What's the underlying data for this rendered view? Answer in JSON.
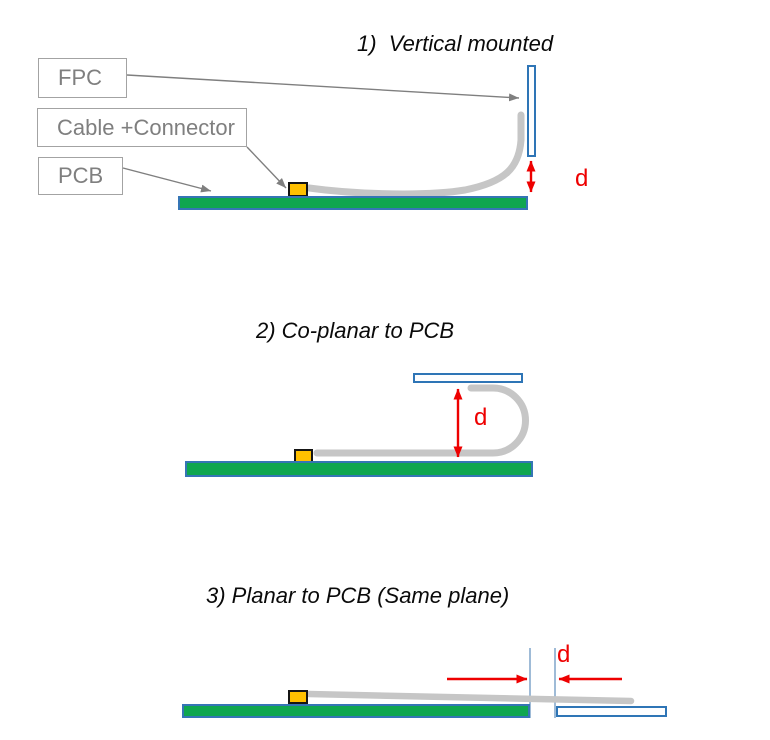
{
  "colors": {
    "background": "#FFFFFF",
    "pcb_fill": "#0FA64F",
    "pcb_border": "#3575B5",
    "fpc_fill": "#FDFEFF",
    "fpc_border": "#2E75B6",
    "connector_fill": "#FFC000",
    "connector_border": "#151515",
    "cable": "#C6C6C6",
    "leader": "#7F7F7F",
    "dimension_red": "#EE0000",
    "guide_blue": "#6B96C1",
    "label_text": "#7F7F7F",
    "label_border": "#A3A3A3",
    "title_text": "#0A0A0A"
  },
  "figure1": {
    "title": "1)  Vertical mounted",
    "callouts": [
      {
        "label": "FPC"
      },
      {
        "label": "Cable +Connector"
      },
      {
        "label": "PCB"
      }
    ],
    "dimension_label": "d"
  },
  "figure2": {
    "title": "2) Co-planar to PCB",
    "dimension_label": "d"
  },
  "figure3": {
    "title": "3) Planar to PCB (Same plane)",
    "dimension_label": "d"
  }
}
